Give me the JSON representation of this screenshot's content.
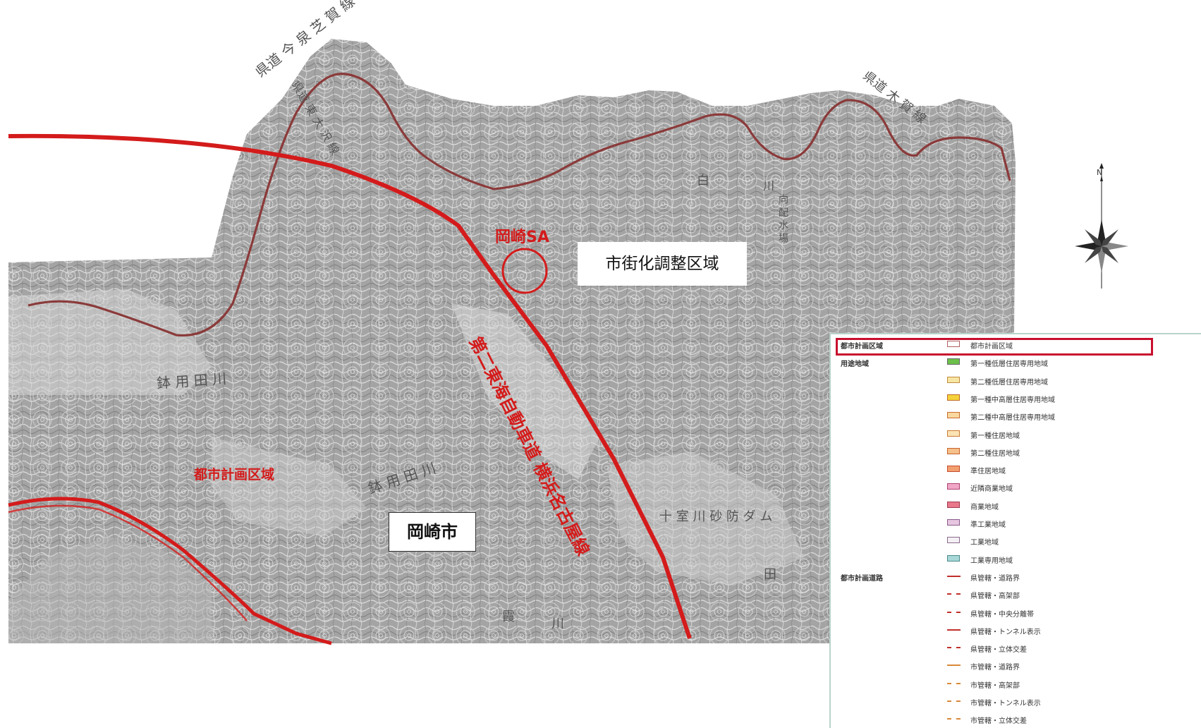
{
  "map_labels": {
    "sa_name": "岡崎SA",
    "expressway": "第二東海自動車道 横浜名古屋線",
    "planning_area": "都市計画区域",
    "zone_box": "市街化調整区域",
    "city_box": "岡崎市",
    "river_yoda_1": "鉢 用 田 川",
    "river_yoda_2": "鉢 用 田 川",
    "prefectural_road_1": "県道 今 泉 芝 賀 線",
    "prefectural_road_2": "県道 東 大 沢 線",
    "prefectural_road_3": "県道 木 賀 線",
    "dam": "十 室 川 砂 防 ダ ム",
    "small_1": "川",
    "small_2": "白",
    "small_3": "向 配 水 場",
    "small_4": "田",
    "small_5": "霞",
    "small_6": "川"
  },
  "compass": {
    "icon": "north-arrow-compass-rose",
    "north_mark": "N"
  },
  "colors": {
    "planning_boundary": "#d41b1b",
    "prefectural_road": "#8b3a3a",
    "topo_gray": "#9a9a9a",
    "highlight": "#c8102e"
  },
  "legend": {
    "rows": [
      {
        "category": "都市計画区域",
        "type": "swatch",
        "color": "#ffffff",
        "border": "#b06060",
        "name": "都市計画区域",
        "highlight": true
      },
      {
        "category": "用途地域",
        "type": "swatch",
        "color": "#6cc04a",
        "border": "#666",
        "name": "第一種低層住居専用地域"
      },
      {
        "category": "",
        "type": "swatch",
        "color": "#f7e6a3",
        "border": "#c08a40",
        "name": "第二種低層住居専用地域"
      },
      {
        "category": "",
        "type": "swatch",
        "color": "#f4d23a",
        "border": "#c06a2a",
        "name": "第一種中高層住居専用地域"
      },
      {
        "category": "",
        "type": "swatch",
        "color": "#f9d8a0",
        "border": "#c86b2a",
        "name": "第二種中高層住居専用地域"
      },
      {
        "category": "",
        "type": "swatch",
        "color": "#fbe3b5",
        "border": "#cc7a33",
        "name": "第一種住居地域"
      },
      {
        "category": "",
        "type": "swatch",
        "color": "#f5c08a",
        "border": "#c8602a",
        "name": "第二種住居地域"
      },
      {
        "category": "",
        "type": "swatch",
        "color": "#f2a070",
        "border": "#c84a2a",
        "name": "準住居地域"
      },
      {
        "category": "",
        "type": "swatch",
        "color": "#f0a6c6",
        "border": "#b04070",
        "name": "近隣商業地域"
      },
      {
        "category": "",
        "type": "swatch",
        "color": "#e8788a",
        "border": "#a03a50",
        "name": "商業地域"
      },
      {
        "category": "",
        "type": "swatch",
        "color": "#e6c6e0",
        "border": "#8a5a8a",
        "name": "準工業地域"
      },
      {
        "category": "",
        "type": "swatch",
        "color": "#f4f0f4",
        "border": "#8a6a8a",
        "name": "工業地域"
      },
      {
        "category": "",
        "type": "swatch",
        "color": "#a8d8d8",
        "border": "#4a8a8a",
        "name": "工業専用地域"
      },
      {
        "category": "都市計画道路",
        "type": "line",
        "color": "#c0302a",
        "style": "solid",
        "name": "県管轄・道路界"
      },
      {
        "category": "",
        "type": "line",
        "color": "#c0302a",
        "style": "dashed",
        "name": "県管轄・高架部"
      },
      {
        "category": "",
        "type": "line",
        "color": "#c0302a",
        "style": "dashed",
        "name": "県管轄・中央分離帯"
      },
      {
        "category": "",
        "type": "line",
        "color": "#c0302a",
        "style": "solid",
        "name": "県管轄・トンネル表示"
      },
      {
        "category": "",
        "type": "line",
        "color": "#c0302a",
        "style": "dashed",
        "name": "県管轄・立体交差"
      },
      {
        "category": "",
        "type": "line",
        "color": "#d98a3a",
        "style": "solid",
        "name": "市管轄・道路界"
      },
      {
        "category": "",
        "type": "line",
        "color": "#d98a3a",
        "style": "dashed",
        "name": "市管轄・高架部"
      },
      {
        "category": "",
        "type": "line",
        "color": "#d98a3a",
        "style": "dashed",
        "name": "市管轄・トンネル表示"
      },
      {
        "category": "",
        "type": "line",
        "color": "#d98a3a",
        "style": "dashed",
        "name": "市管轄・立体交差"
      }
    ]
  }
}
